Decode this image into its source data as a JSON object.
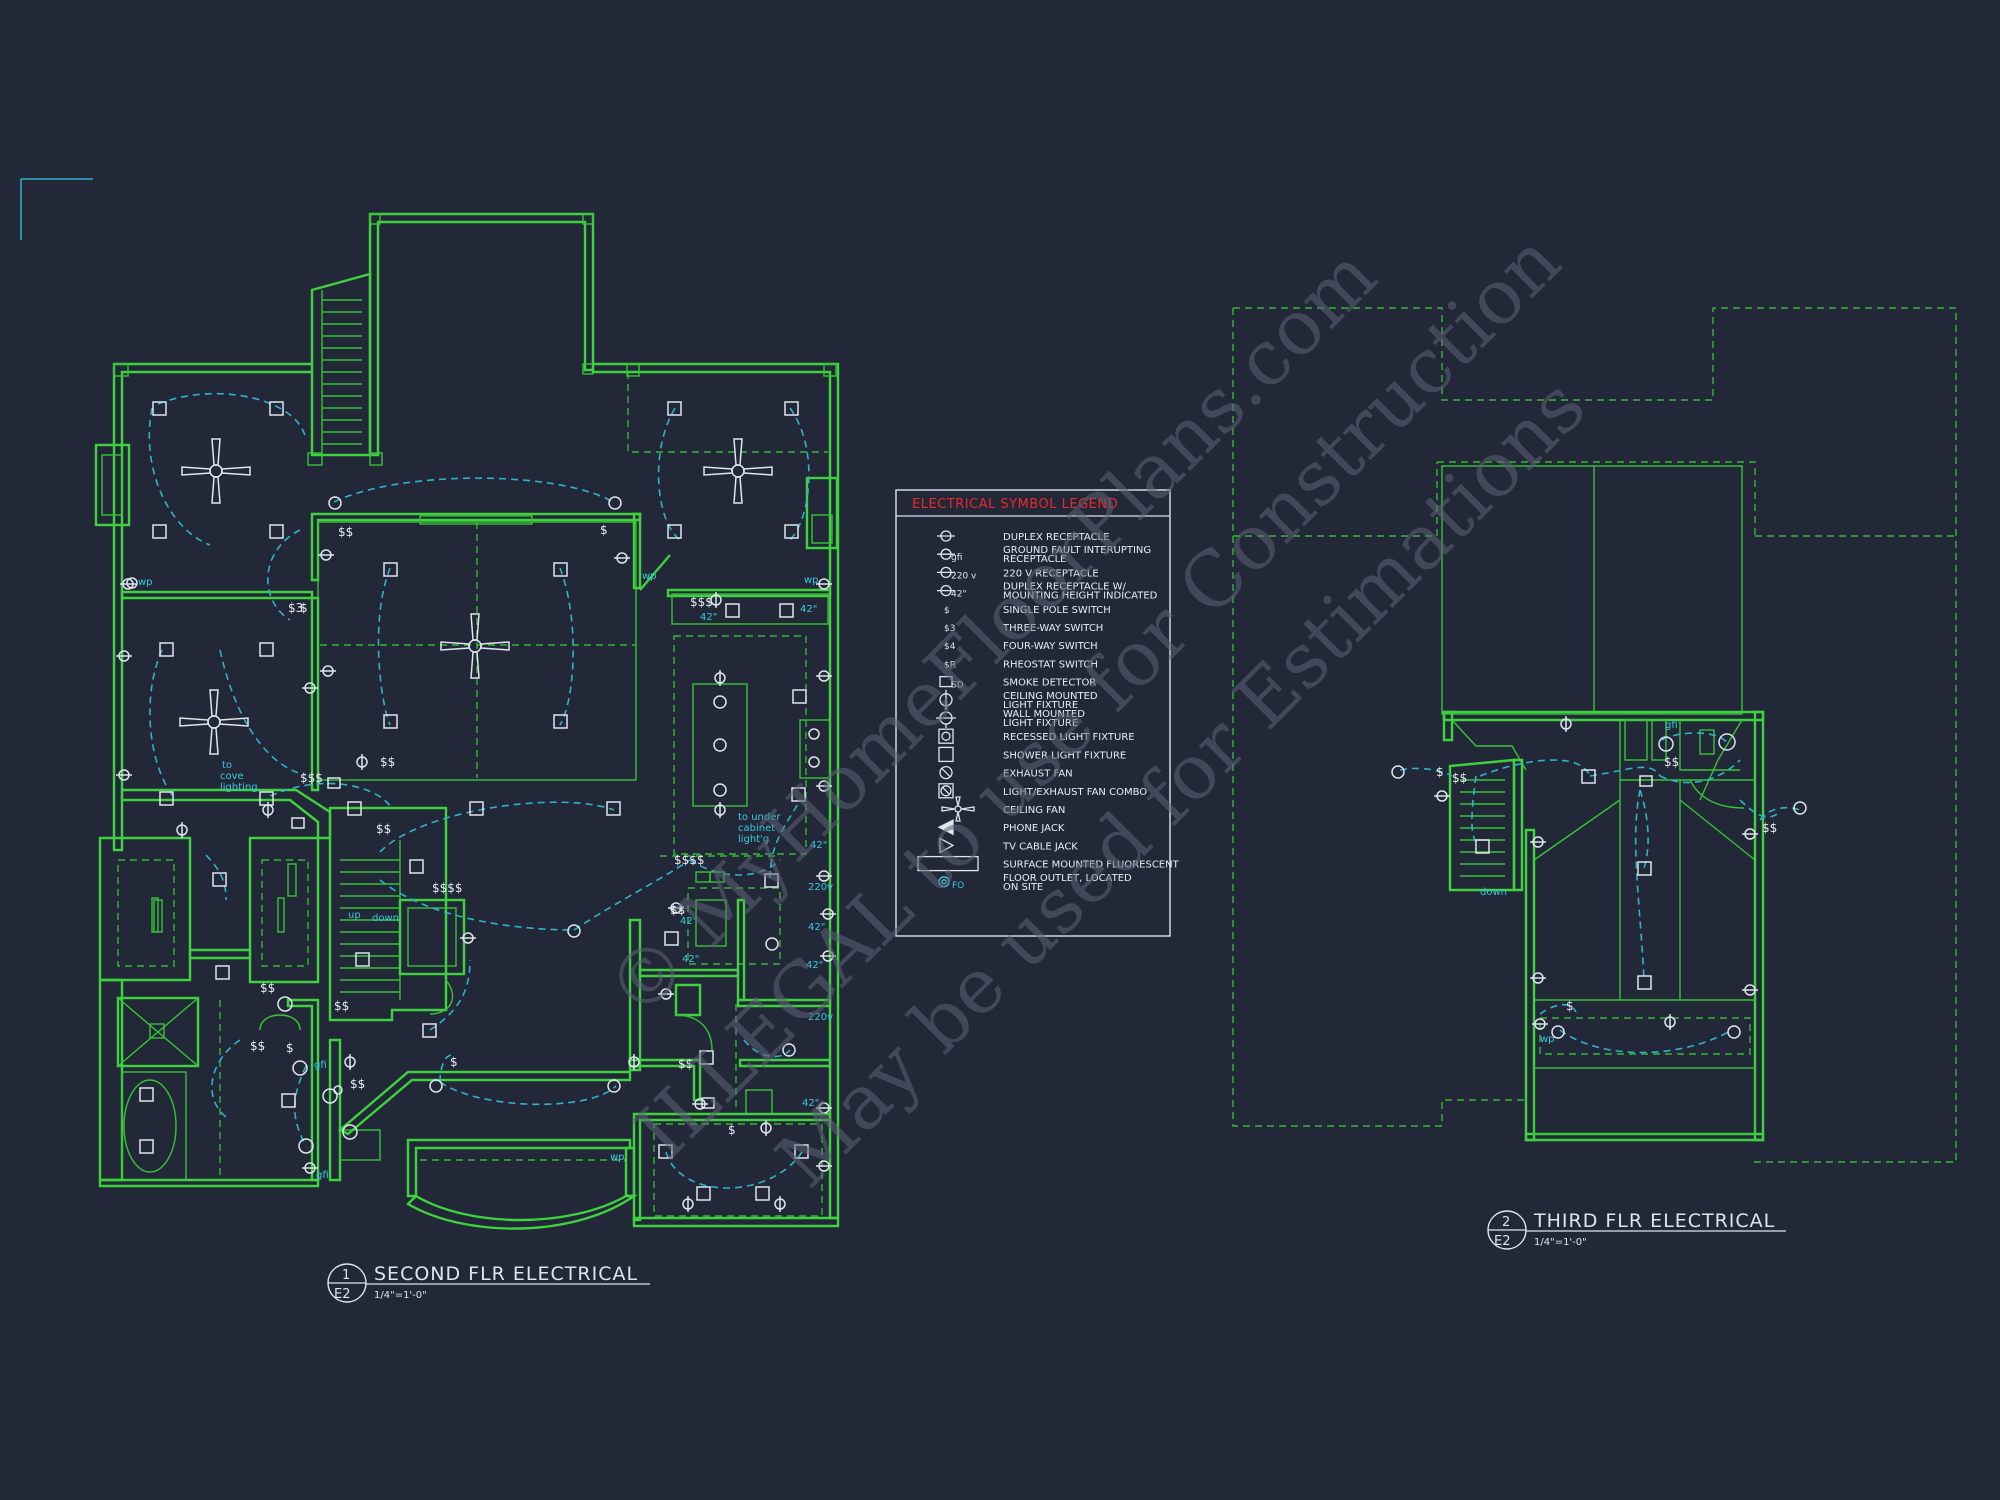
{
  "legend": {
    "title": "ELECTRICAL SYMBOL LEGEND",
    "items": [
      {
        "icon": "duplex-receptacle-icon",
        "label": "DUPLEX RECEPTACLE"
      },
      {
        "icon": "gfi-receptacle-icon",
        "label": "GROUND FAULT INTERUPTING",
        "label2": "RECEPTACLE",
        "sub": "gfi"
      },
      {
        "icon": "receptacle-220v-icon",
        "label": "220 V RECEPTACLE",
        "sub": "220 v"
      },
      {
        "icon": "receptacle-height-icon",
        "label": "DUPLEX RECEPTACLE W/",
        "label2": "MOUNTING HEIGHT INDICATED",
        "sub": "42\""
      },
      {
        "icon": "single-pole-switch-icon",
        "label": "SINGLE POLE SWITCH",
        "sub": "$"
      },
      {
        "icon": "three-way-switch-icon",
        "label": "THREE-WAY SWITCH",
        "sub": "$3"
      },
      {
        "icon": "four-way-switch-icon",
        "label": "FOUR-WAY SWITCH",
        "sub": "$4"
      },
      {
        "icon": "rheostat-switch-icon",
        "label": "RHEOSTAT SWITCH",
        "sub": "$R"
      },
      {
        "icon": "smoke-detector-icon",
        "label": "SMOKE DETECTOR",
        "sub": "SD"
      },
      {
        "icon": "ceiling-light-icon",
        "label": "CEILING MOUNTED",
        "label2": "LIGHT FIXTURE"
      },
      {
        "icon": "wall-light-icon",
        "label": "WALL MOUNTED",
        "label2": "LIGHT FIXTURE"
      },
      {
        "icon": "recessed-light-icon",
        "label": "RECESSED LIGHT FIXTURE"
      },
      {
        "icon": "shower-light-icon",
        "label": "SHOWER LIGHT FIXTURE"
      },
      {
        "icon": "exhaust-fan-icon",
        "label": "EXHAUST FAN"
      },
      {
        "icon": "light-exhaust-combo-icon",
        "label": "LIGHT/EXHAUST FAN COMBO"
      },
      {
        "icon": "ceiling-fan-icon",
        "label": "CEILING FAN"
      },
      {
        "icon": "phone-jack-icon",
        "label": "PHONE JACK"
      },
      {
        "icon": "tv-cable-jack-icon",
        "label": "TV CABLE JACK"
      },
      {
        "icon": "fluorescent-icon",
        "label": "SURFACE MOUNTED FLUORESCENT"
      },
      {
        "icon": "floor-outlet-icon",
        "label": "FLOOR OUTLET, LOCATED",
        "label2": "ON SITE",
        "sub": "FO"
      }
    ]
  },
  "plans": {
    "second": {
      "number": "1",
      "sheet": "E2",
      "title": "SECOND FLR ELECTRICAL",
      "scale": "1/4\"=1'-0\""
    },
    "third": {
      "number": "2",
      "sheet": "E2",
      "title": "THIRD FLR ELECTRICAL",
      "scale": "1/4\"=1'-0\""
    }
  },
  "notes": {
    "cove": [
      "to",
      "cove",
      "lighting"
    ],
    "cabinet": [
      "to under",
      "cabinet",
      "light'g"
    ],
    "up": "up",
    "down": "down",
    "down2": "down",
    "wp": "wp",
    "h42": "42\"",
    "v220": "220v",
    "gfi": "gfi",
    "sd": "SD",
    "sw": "$",
    "sw3": "$3",
    "sw2": "$$",
    "sw4": "$$$",
    "sw5": "$$$$"
  },
  "watermark": {
    "lines": [
      "© MyHomeFloorPlans.com",
      "ILLEGAL to use for Construction",
      "May be used for Estimations"
    ]
  }
}
